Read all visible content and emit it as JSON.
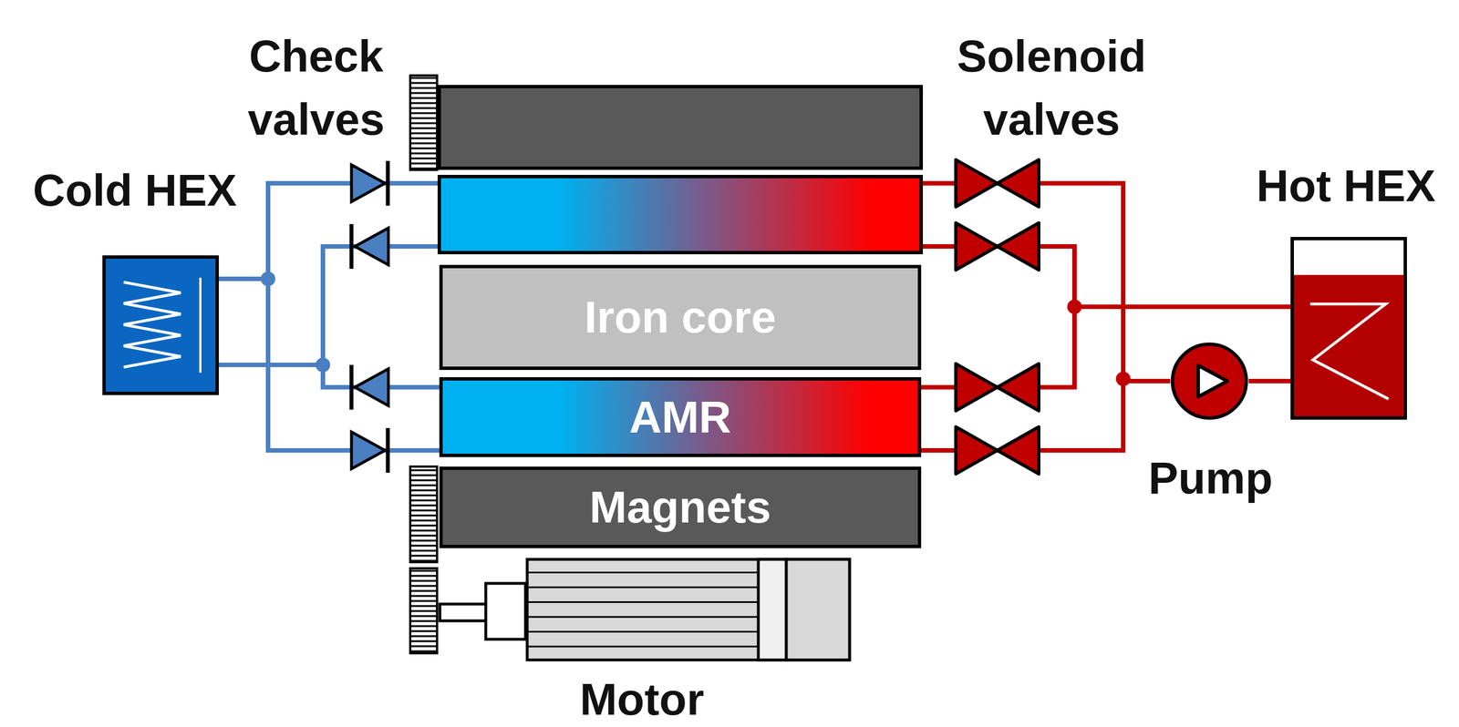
{
  "diagram": {
    "nodes": [
      {
        "text": [
          "Cold HEX"
        ]
      },
      {
        "text": [
          "Iron core"
        ]
      },
      {
        "text": [
          "AMR"
        ]
      },
      {
        "text": [
          "Magnets"
        ]
      },
      {
        "text": [
          "Motor"
        ]
      },
      {
        "text": [
          "Hot HEX"
        ]
      },
      {
        "text": [
          "Pump"
        ]
      }
    ],
    "edges": [
      {
        "from": 0,
        "to": 2,
        "arrow": "none"
      },
      {
        "from": 0,
        "to": 2,
        "arrow": "none"
      },
      {
        "from": 2,
        "to": 5,
        "arrow": "none"
      },
      {
        "from": 2,
        "to": 6,
        "arrow": "none"
      },
      {
        "from": 6,
        "to": 5,
        "arrow": "none"
      }
    ],
    "labels": [
      "Check valves",
      "Solenoid valves"
    ]
  }
}
